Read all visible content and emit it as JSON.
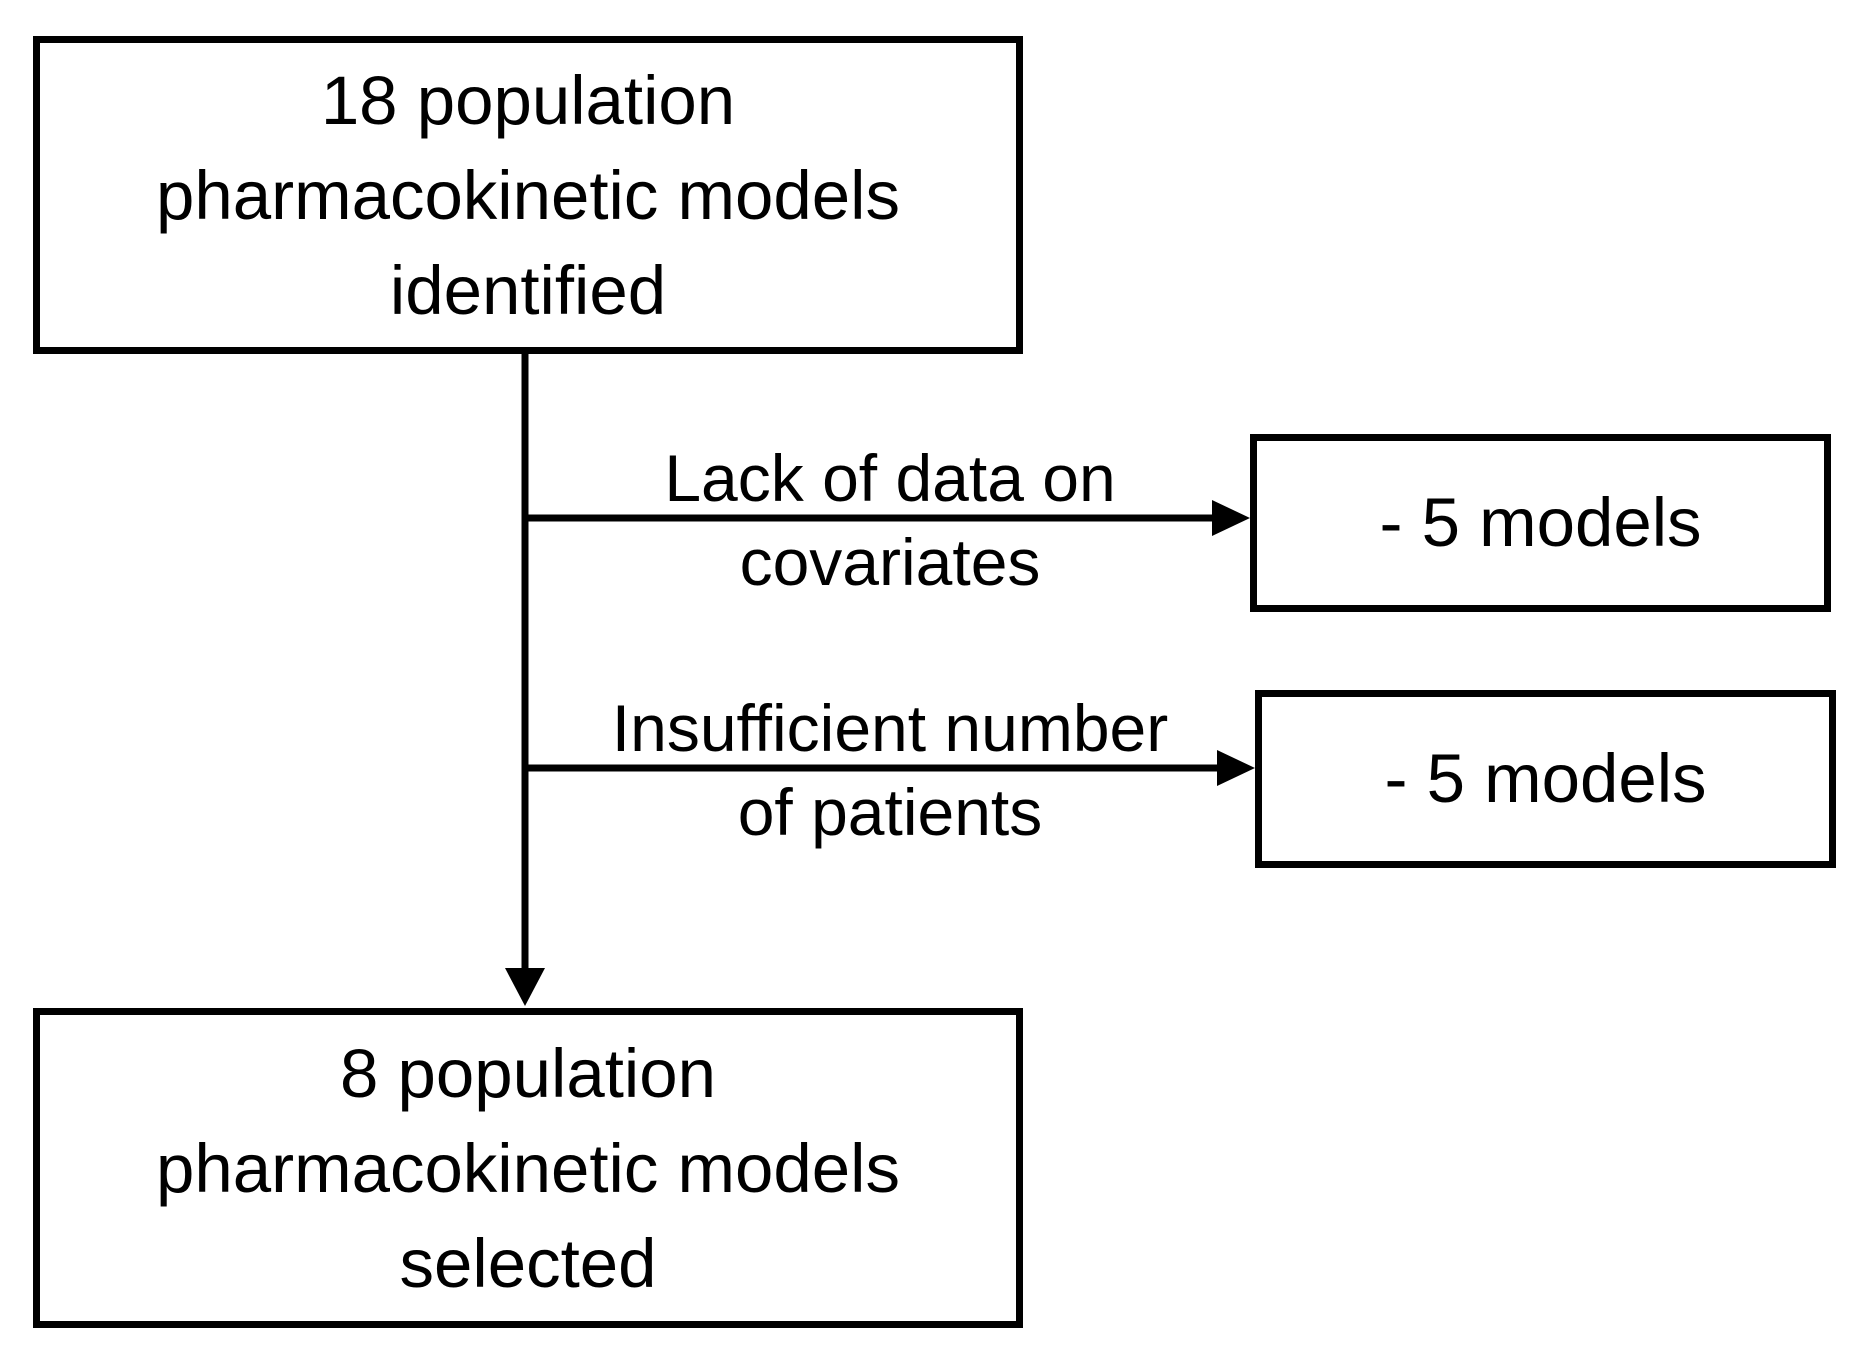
{
  "flowchart": {
    "start_box": {
      "lines": [
        "18 population",
        "pharmacokinetic models",
        "identified"
      ]
    },
    "exclusions": [
      {
        "reason_lines": [
          "Lack of data on",
          "covariates"
        ],
        "result": "- 5 models"
      },
      {
        "reason_lines": [
          "Insufficient number",
          "of patients"
        ],
        "result": "- 5 models"
      }
    ],
    "end_box": {
      "lines": [
        "8 population",
        "pharmacokinetic models",
        "selected"
      ]
    }
  }
}
